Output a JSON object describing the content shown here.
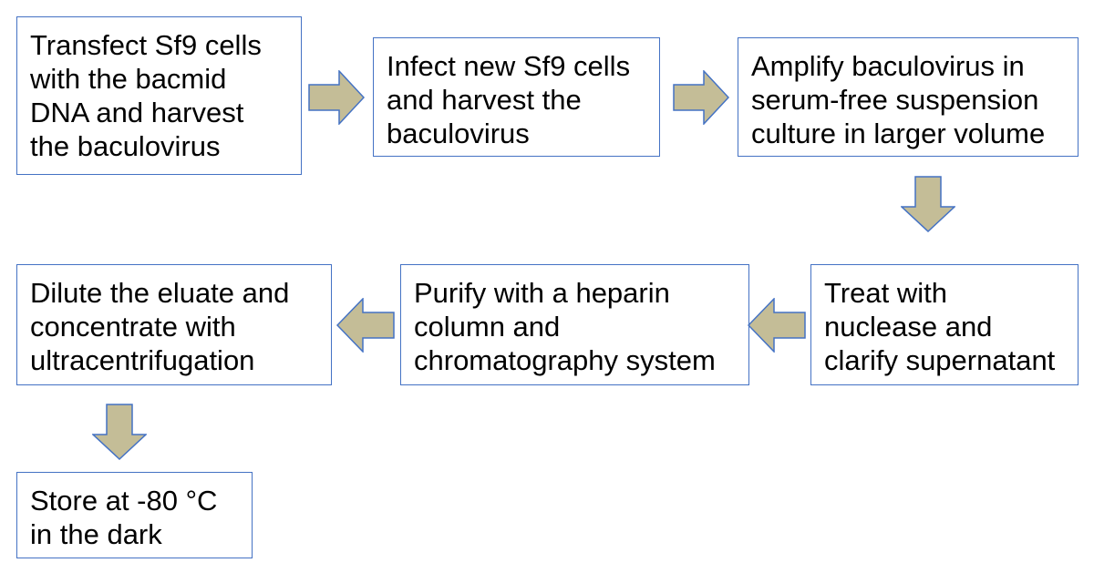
{
  "steps": [
    {
      "id": "transfect",
      "lines": [
        "Transfect Sf9 cells",
        "with the bacmid",
        "DNA and harvest",
        "the baculovirus"
      ]
    },
    {
      "id": "infect",
      "lines": [
        "Infect new Sf9 cells",
        "and harvest the",
        "baculovirus"
      ]
    },
    {
      "id": "amplify",
      "lines": [
        "Amplify baculovirus in",
        "serum-free suspension",
        "culture in larger volume"
      ]
    },
    {
      "id": "treat",
      "lines": [
        "Treat with",
        "nuclease and",
        "clarify supernatant"
      ]
    },
    {
      "id": "purify",
      "lines": [
        "Purify with a heparin",
        "column and",
        "chromatography system"
      ]
    },
    {
      "id": "dilute",
      "lines": [
        "Dilute the eluate and",
        "concentrate with",
        "ultracentrifugation"
      ]
    },
    {
      "id": "store",
      "lines": [
        "Store at -80 °C",
        "in the dark"
      ]
    }
  ],
  "colors": {
    "box_border": "#4472c4",
    "arrow_fill": "#c4bd97",
    "arrow_stroke": "#4472c4"
  }
}
